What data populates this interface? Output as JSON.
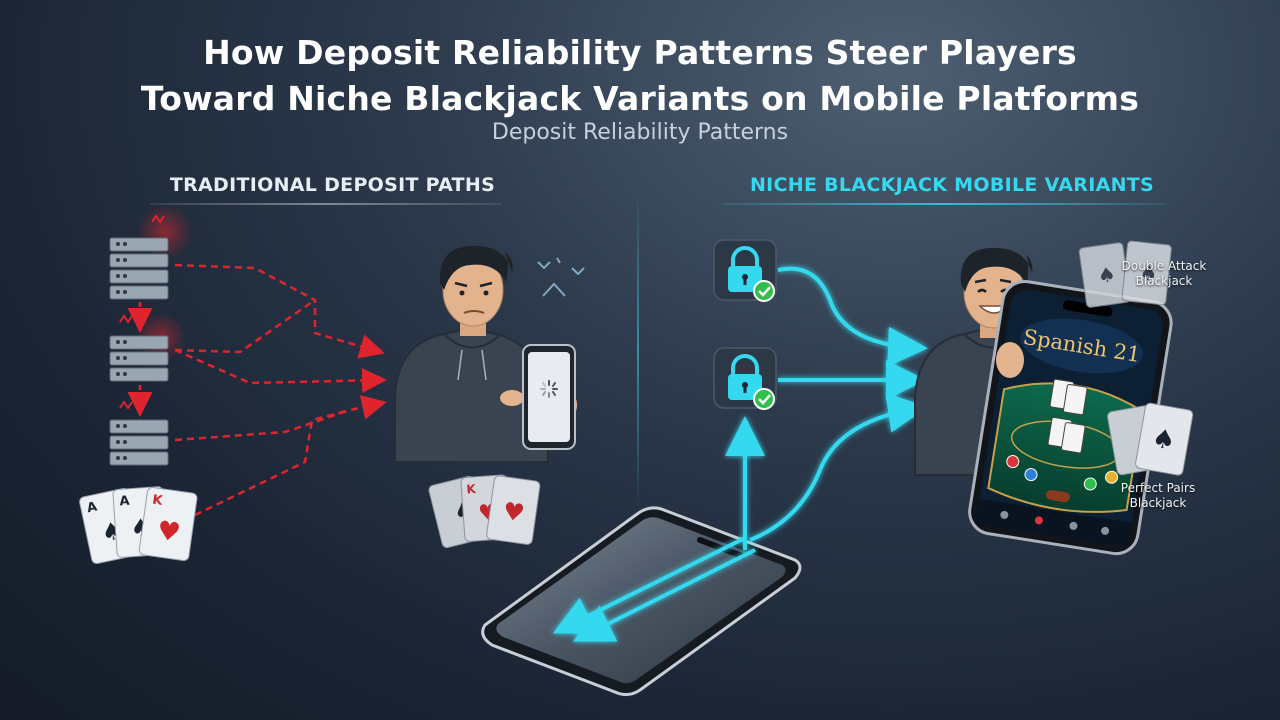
{
  "title": {
    "line1": "How Deposit Reliability Patterns Steer Players",
    "line2": "Toward Niche Blackjack Variants on Mobile Platforms"
  },
  "subtitle": "Deposit Reliability Patterns",
  "left_panel": {
    "heading": "TRADITIONAL DEPOSIT PATHS",
    "card_ranks": [
      "A",
      "A",
      "K",
      "K"
    ]
  },
  "right_panel": {
    "heading": "NICHE BLACKJACK MOBILE VARIANTS",
    "app_screen_title": "Spanish 21",
    "variants": {
      "double_attack": {
        "line1": "Double Attack",
        "line2": "Blackjack"
      },
      "perfect_pairs": {
        "line1": "Perfect Pairs",
        "line2": "Blackjack"
      }
    }
  },
  "colors": {
    "accent_cyan": "#35d9ef",
    "error_red": "#e0242e",
    "success_green": "#2fbf4a",
    "background": "#1c2636"
  },
  "icons": [
    "server-stack-icon",
    "padlock-icon",
    "checkmark-icon",
    "loading-spinner-icon",
    "confusion-marks-icon",
    "playing-card-icon"
  ]
}
